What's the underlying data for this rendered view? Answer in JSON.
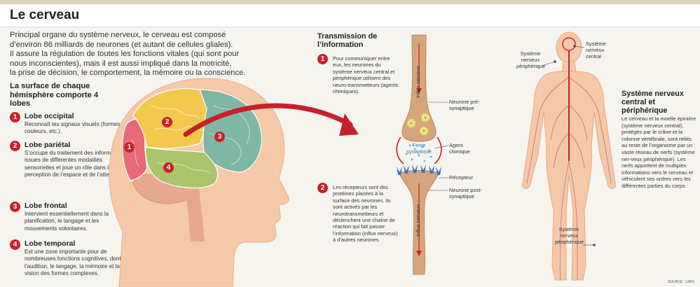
{
  "header": {
    "title": "Le cerveau"
  },
  "intro": {
    "lines": [
      "Principal organe du système nerveux, le cerveau est composé",
      "d’environ 86 milliards de neurones (et autant de cellules gliales).",
      "Il assure la régulation de toutes les fonctions vitales (qui sont pour",
      "nous inconscientes), mais il est aussi impliqué dans la motricité,",
      "la prise de décision, le comportement, la mémoire ou la conscience."
    ]
  },
  "lobes_heading": "La surface de chaque hémisphère comporte 4 lobes",
  "lobes": [
    {
      "num": "1",
      "title": "Lobe occipital",
      "desc": "Reconnaît les signaux visuels (formes, couleurs, etc.)."
    },
    {
      "num": "2",
      "title": "Lobe pariétal",
      "desc": "S’occupe du traitement des informations issues de différentes modalités sensorielles et joue un rôle dans la perception de l’espace et de l’attention."
    },
    {
      "num": "3",
      "title": "Lobe frontal",
      "desc": "Intervient essentiellement dans la planification, le langage et les mouvements volontaires."
    },
    {
      "num": "4",
      "title": "Lobe temporal",
      "desc": "Est une zone importante pour de nombreuses fonctions cognitives, dont l’audition, le langage, la mémoire et la vision des formes complexes."
    }
  ],
  "brain_markers": [
    "1",
    "2",
    "3",
    "4"
  ],
  "transmission": {
    "title": "Transmission de l’information",
    "steps": [
      {
        "num": "1",
        "desc": "Pour communiquer entre eux, les neurones du système nerveux central et périphérique utilisent des neuro-transmetteurs (agents chimiques)."
      },
      {
        "num": "2",
        "desc": "Les récepteurs sont des protéines placées à la surface des neurones. Ils sont activés par les neurotransmetteurs et déclenchent une chaîne de réaction qui fait passer l’information (influx nerveux) à d’autres neurones."
      }
    ],
    "labels": {
      "influx_top": "Influx nerveux",
      "influx_bottom": "Influx nerveux",
      "pre": "Neurone pré-synaptique",
      "agent": "Agent chimique",
      "fente": "Fente synaptique",
      "recepteur": "Récepteur",
      "post": "Neurone post-synaptique"
    }
  },
  "body_labels": {
    "snp_top": "Système nerveux périphérique",
    "snc": "Système nerveux central",
    "snp_bottom": "Système nerveux périphérique"
  },
  "snc_section": {
    "title": "Système nerveux central et périphérique",
    "desc": "Le cerveau et la moelle épinière (système nerveux central), protégés par le crâne et la colonne vertébrale, sont reliés au reste de l’organisme par un vaste réseau de nerfs (système ner-veux périphérique). Les nerfs apportent de multiples informations vers le cerveau et véhiculent ses ordres vers les différentes parties du corps."
  },
  "source": "SOURCE : LIRIS",
  "colors": {
    "accent": "#c8202a",
    "occipital": "#e8697a",
    "parietal": "#f2c94c",
    "frontal": "#7fb7a5",
    "temporal": "#a9c46a",
    "skin": "#f5c8a8",
    "neuron": "#c9946a",
    "receptor": "#3f6fc0"
  }
}
